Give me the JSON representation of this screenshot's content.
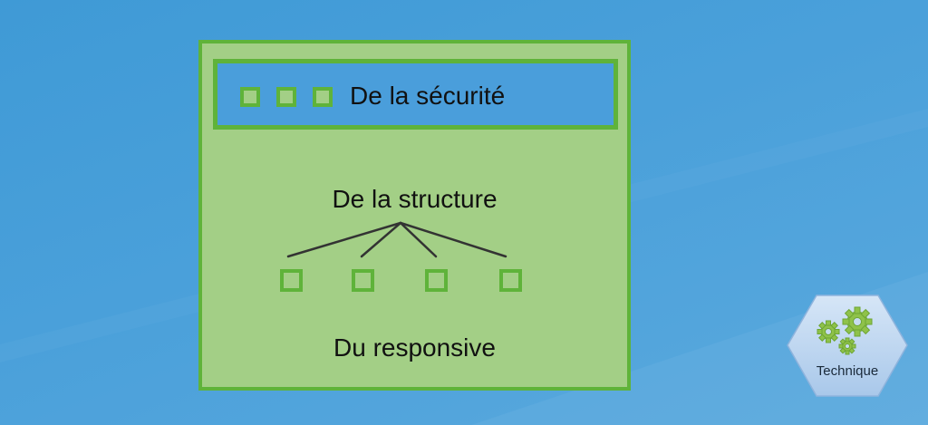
{
  "diagram": {
    "title": "De la sécurité",
    "structure_label": "De la structure",
    "responsive_label": "Du responsive",
    "title_squares": 3,
    "tree_nodes": 4
  },
  "badge": {
    "label": "Technique",
    "icon": "gears-icon"
  },
  "colors": {
    "background": "#4aa0da",
    "window_fill": "#a3cf86",
    "window_border": "#5fb33a",
    "titlebar_fill": "#4a9edb",
    "tree_lines": "#333333",
    "badge_fill": "#b9d3ef"
  }
}
